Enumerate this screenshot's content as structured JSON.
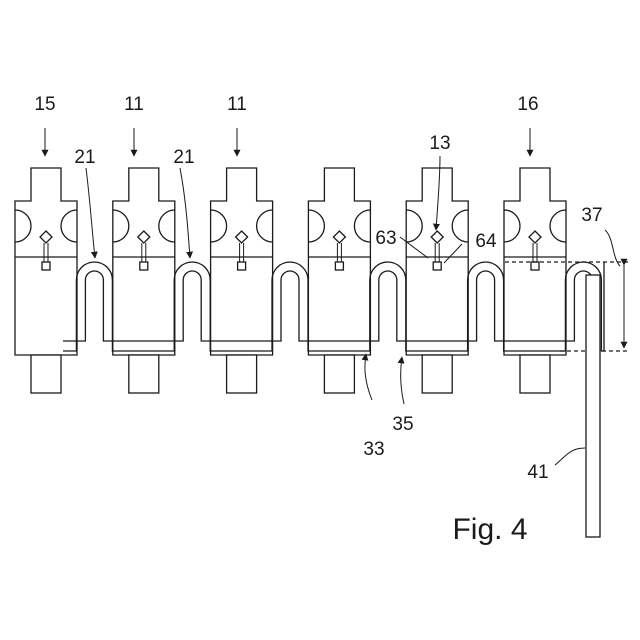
{
  "figure": {
    "caption": "Fig. 4"
  },
  "labels": {
    "l15": "15",
    "l11a": "11",
    "l11b": "11",
    "l16": "16",
    "l21a": "21",
    "l21b": "21",
    "l13": "13",
    "l63": "63",
    "l64": "64",
    "l37": "37",
    "l33": "33",
    "l35": "35",
    "l41": "41"
  },
  "cell_count": 6,
  "colors": {
    "line": "#1a1a1a",
    "background": "#ffffff"
  }
}
